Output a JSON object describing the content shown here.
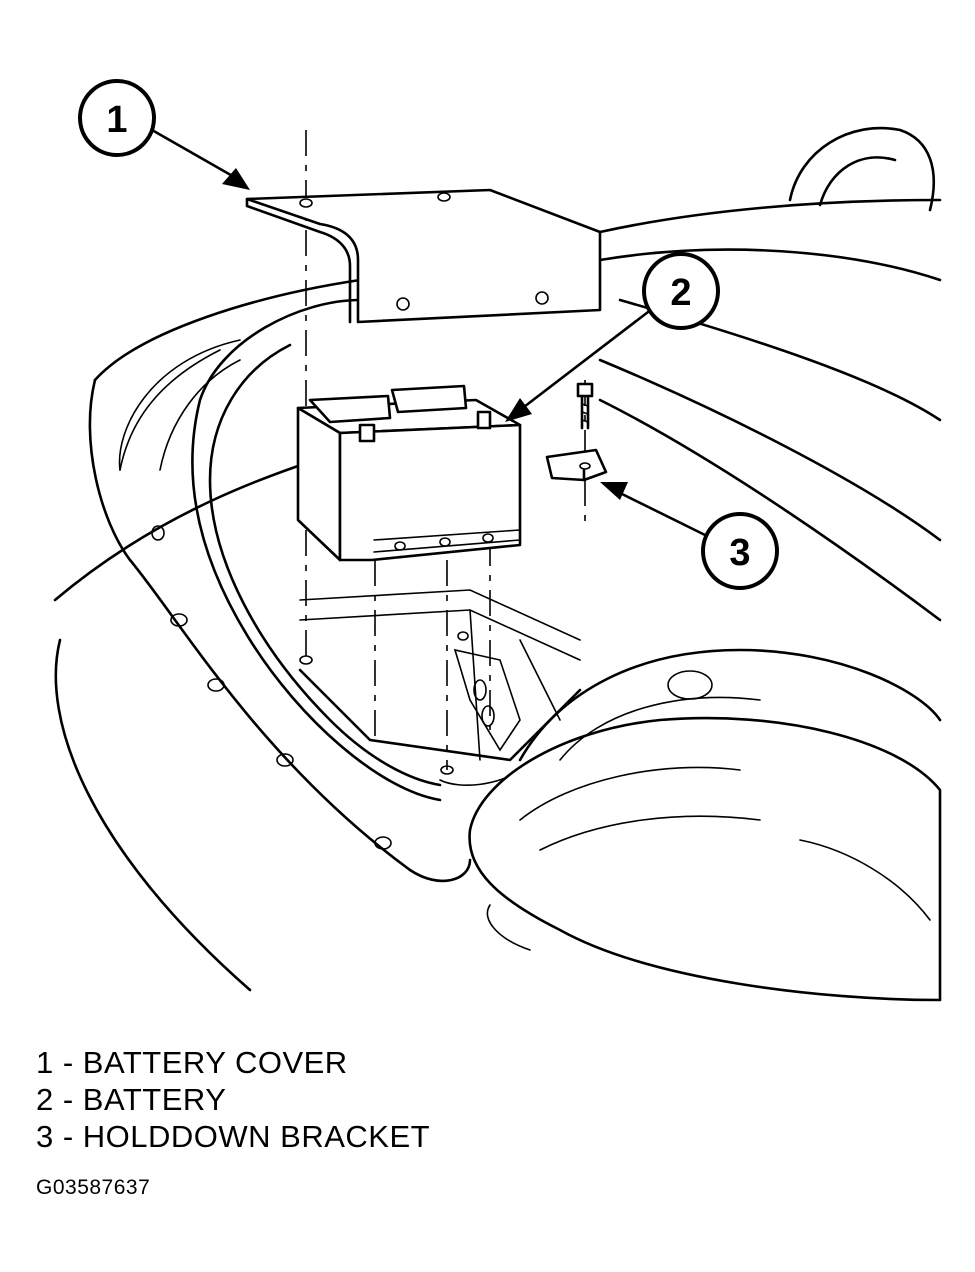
{
  "callouts": [
    {
      "number": "1"
    },
    {
      "number": "2"
    },
    {
      "number": "3"
    }
  ],
  "legend": [
    {
      "text": "1 - BATTERY COVER"
    },
    {
      "text": "2 - BATTERY"
    },
    {
      "text": "3 - HOLDDOWN BRACKET"
    }
  ],
  "figure_code": "G03587637"
}
